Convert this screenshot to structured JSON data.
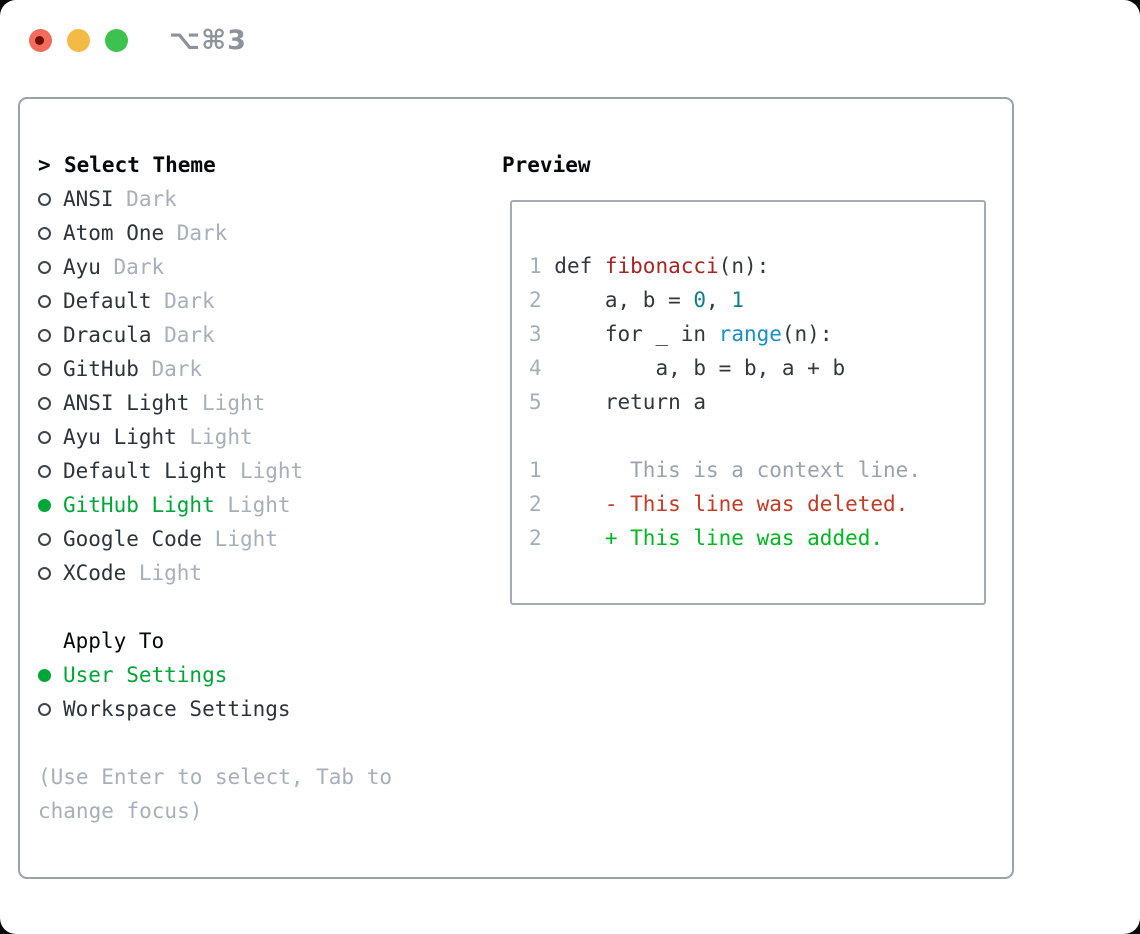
{
  "window": {
    "title": "⌥⌘3",
    "traffic_lights": {
      "close_color": "#f16c5d",
      "minimize_color": "#f3bb45",
      "zoom_color": "#3ec24e"
    }
  },
  "colors": {
    "panel_border": "#99a1aa",
    "text_dark": "#2d333b",
    "text_muted": "#a6afba",
    "selected_green": "#00a737",
    "added_green": "#00b820",
    "deleted_red": "#c43a24",
    "function_red": "#a82420",
    "number_teal": "#0e7f8a",
    "call_blue": "#1590cc"
  },
  "theme_panel": {
    "header": {
      "prompt": ">",
      "label": "Select Theme"
    },
    "items": [
      {
        "name": "ANSI",
        "tag": "Dark",
        "selected": false
      },
      {
        "name": "Atom One",
        "tag": "Dark",
        "selected": false
      },
      {
        "name": "Ayu",
        "tag": "Dark",
        "selected": false
      },
      {
        "name": "Default",
        "tag": "Dark",
        "selected": false
      },
      {
        "name": "Dracula",
        "tag": "Dark",
        "selected": false
      },
      {
        "name": "GitHub",
        "tag": "Dark",
        "selected": false
      },
      {
        "name": "ANSI Light",
        "tag": "Light",
        "selected": false
      },
      {
        "name": "Ayu Light",
        "tag": "Light",
        "selected": false
      },
      {
        "name": "Default Light",
        "tag": "Light",
        "selected": false
      },
      {
        "name": "GitHub Light",
        "tag": "Light",
        "selected": true
      },
      {
        "name": "Google Code",
        "tag": "Light",
        "selected": false
      },
      {
        "name": "XCode",
        "tag": "Light",
        "selected": false
      }
    ],
    "apply_to": {
      "label": "Apply To",
      "options": [
        {
          "name": "User Settings",
          "selected": true
        },
        {
          "name": "Workspace Settings",
          "selected": false
        }
      ]
    },
    "hint": "(Use Enter to select, Tab to change focus)"
  },
  "preview": {
    "label": "Preview",
    "code_lines": [
      {
        "num": "1",
        "segs": [
          [
            " def ",
            "fg"
          ],
          [
            "fibonacci",
            "func"
          ],
          [
            "(n):",
            "fg"
          ]
        ]
      },
      {
        "num": "2",
        "segs": [
          [
            "     a, b = ",
            "fg"
          ],
          [
            "0",
            "num"
          ],
          [
            ", ",
            "fg"
          ],
          [
            "1",
            "num"
          ]
        ]
      },
      {
        "num": "3",
        "segs": [
          [
            "     for _ in ",
            "fg"
          ],
          [
            "range",
            "call"
          ],
          [
            "(n):",
            "fg"
          ]
        ]
      },
      {
        "num": "4",
        "segs": [
          [
            "         a, b = b, a + b",
            "fg"
          ]
        ]
      },
      {
        "num": "5",
        "segs": [
          [
            "     return a",
            "fg"
          ]
        ]
      },
      {
        "blank": true
      },
      {
        "num": "1",
        "segs": [
          [
            "       This is a context line.",
            "ctx"
          ]
        ]
      },
      {
        "num": "2",
        "segs": [
          [
            "     - This line was deleted.",
            "del"
          ]
        ]
      },
      {
        "num": "2",
        "segs": [
          [
            "     + This line was added.",
            "add"
          ]
        ]
      }
    ]
  }
}
